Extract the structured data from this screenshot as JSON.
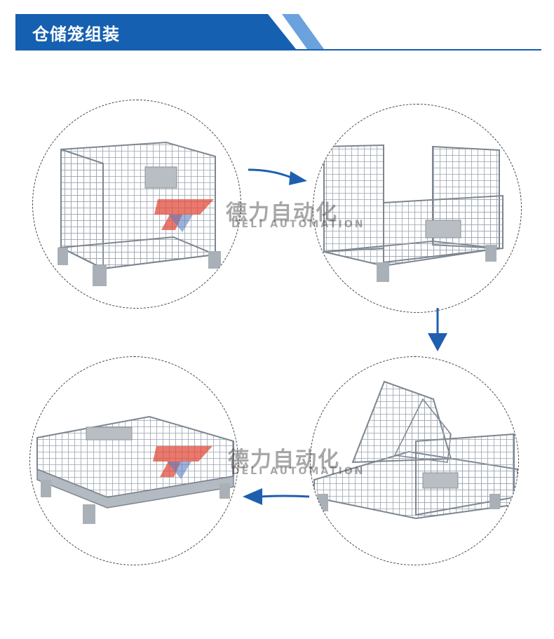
{
  "header": {
    "title": "仓储笼组装"
  },
  "watermark": {
    "brand_cn": "德力自动化",
    "brand_en": "DELI AUTOMATION"
  },
  "colors": {
    "banner_blue": "#1560b0",
    "banner_accent": "#6aa2de",
    "arrow_blue": "#1f5fb0",
    "logo_red": "#e24b3c"
  },
  "steps": [
    {
      "name": "assembled-cage"
    },
    {
      "name": "front-panel-lowered"
    },
    {
      "name": "sides-folding"
    },
    {
      "name": "folded-flat"
    }
  ]
}
